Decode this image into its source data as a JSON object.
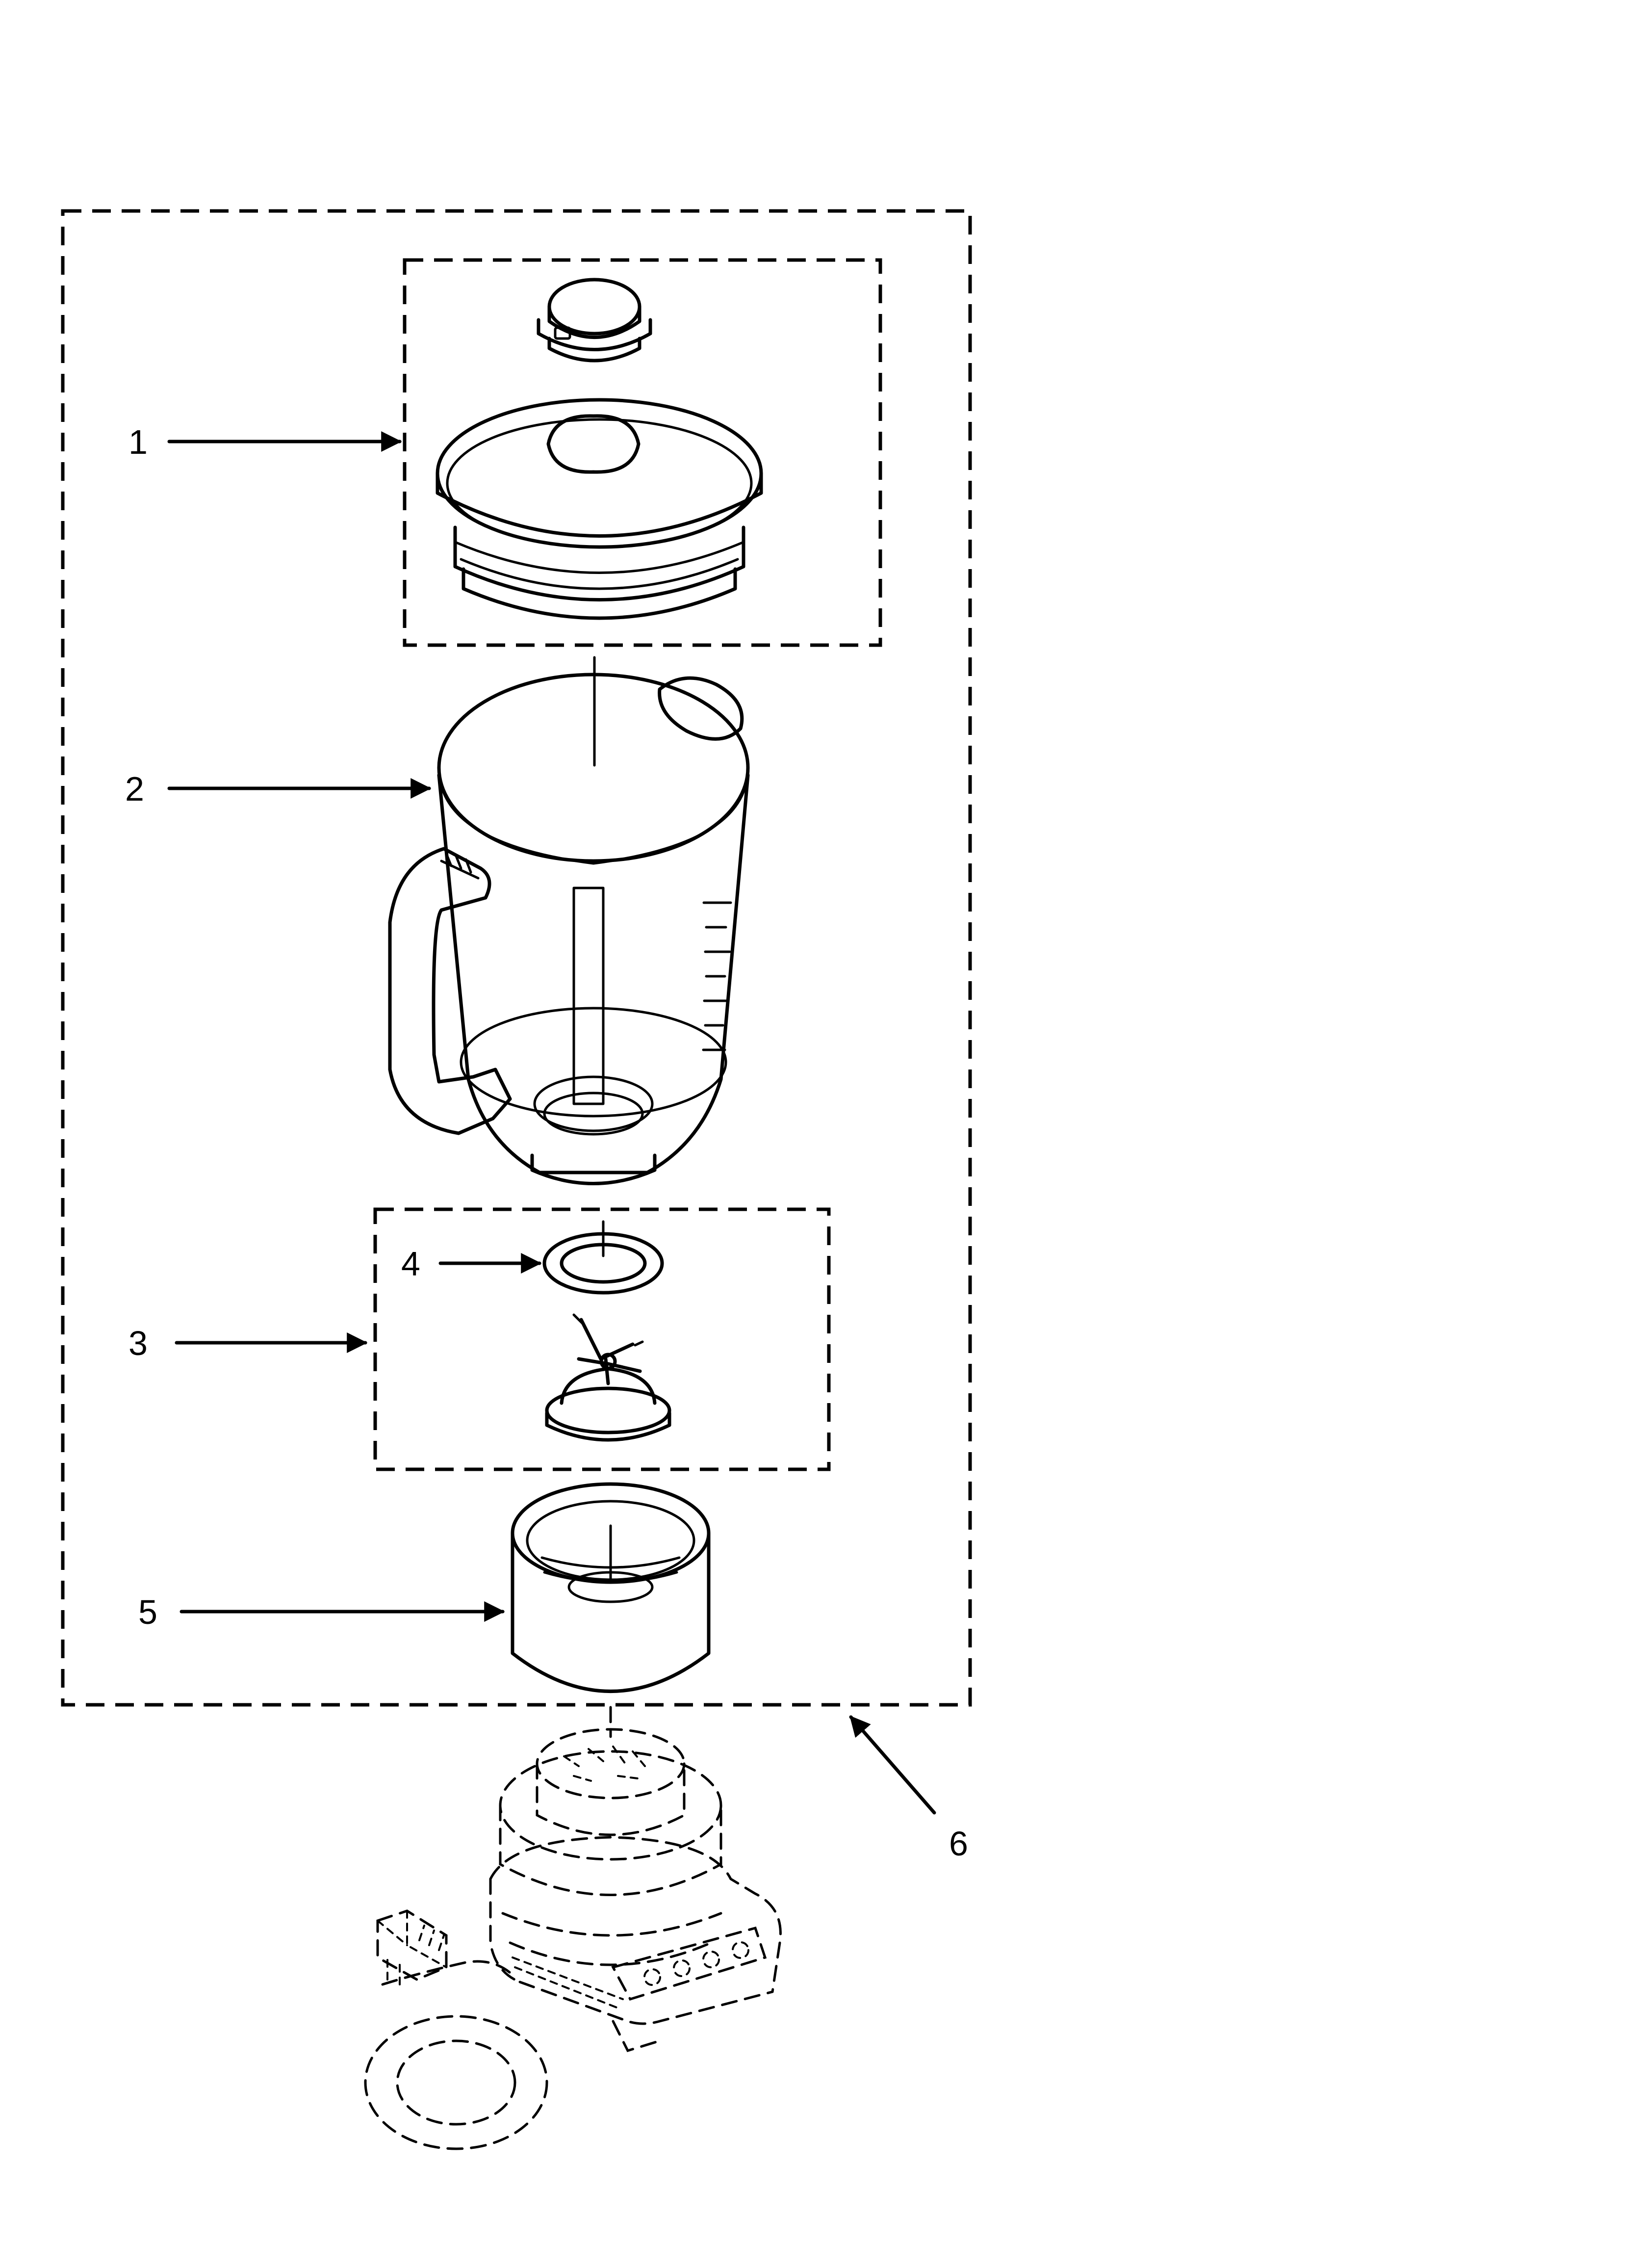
{
  "callouts": {
    "part_1": "1",
    "part_2": "2",
    "part_3": "3",
    "part_4": "4",
    "part_5": "5",
    "part_6": "6"
  },
  "colors": {
    "line": "#000000",
    "background": "#ffffff"
  }
}
